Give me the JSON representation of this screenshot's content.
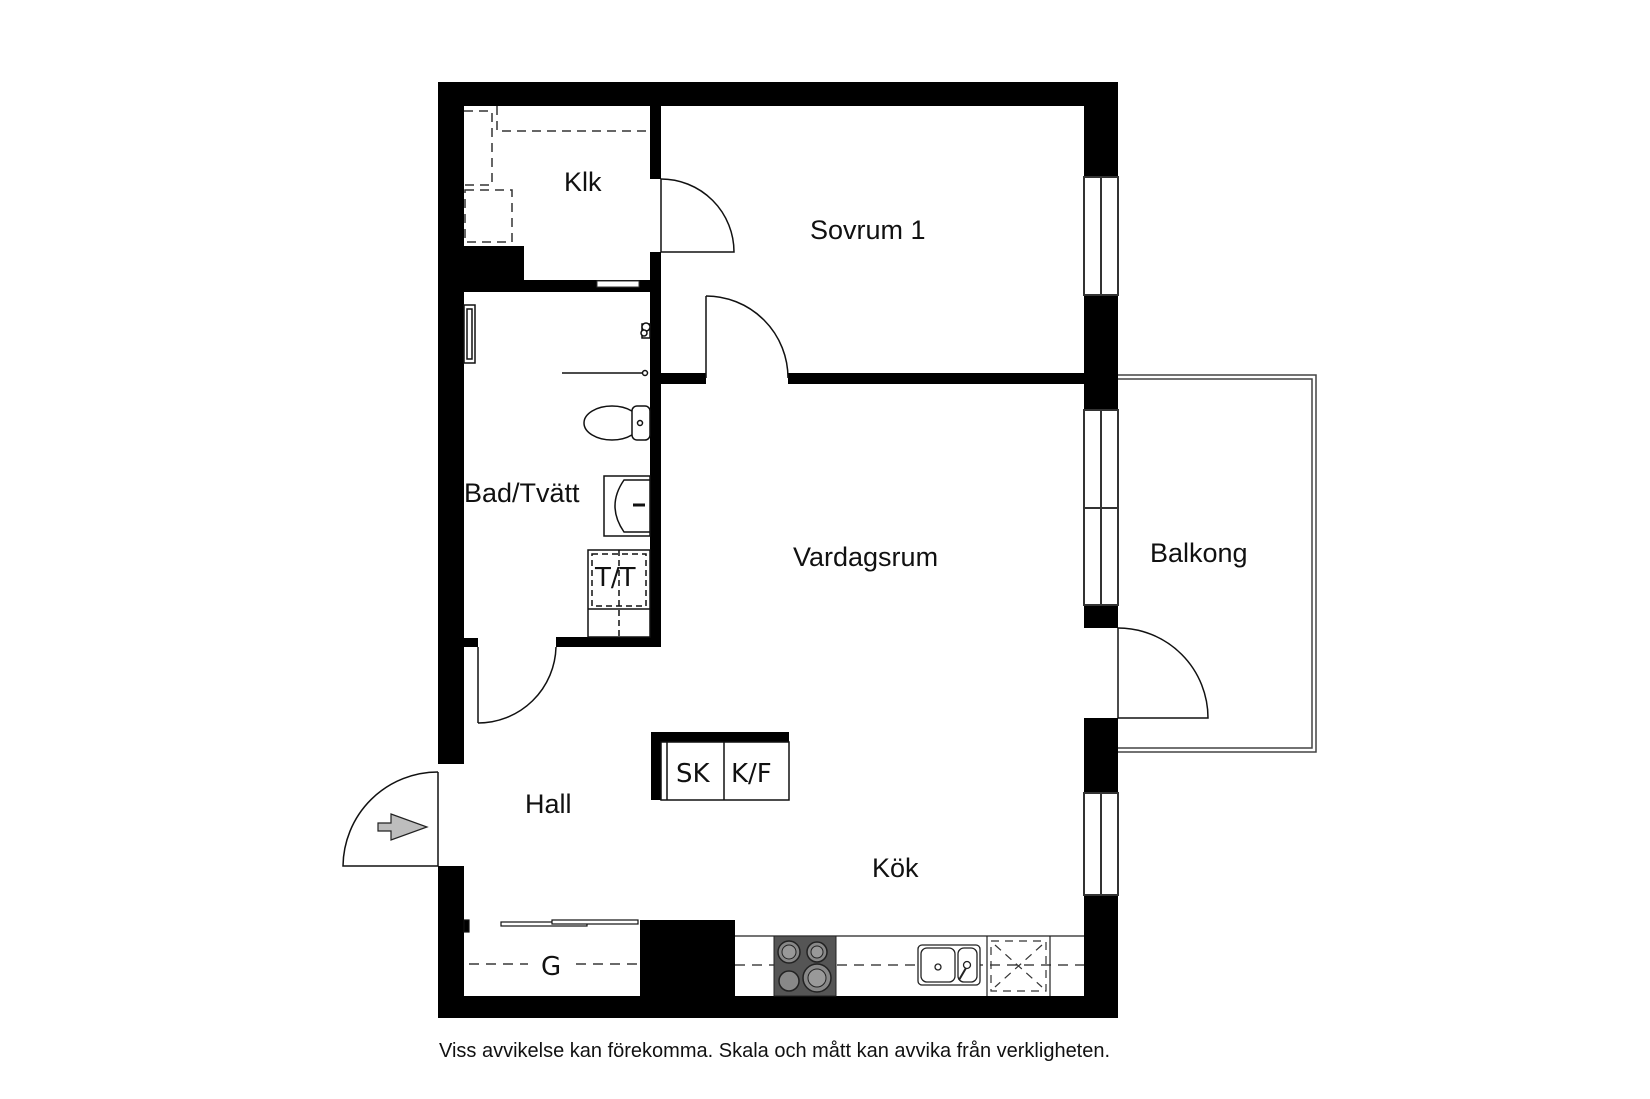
{
  "floorplan": {
    "rooms": {
      "klk": "Klk",
      "sovrum": "Sovrum 1",
      "bad": "Bad/Tvätt",
      "vardagsrum": "Vardagsrum",
      "balkong": "Balkong",
      "hall": "Hall",
      "kok": "Kök"
    },
    "fixtures": {
      "tumble_dryer": "T/T",
      "closet": "SK",
      "fridge_freezer": "K/F",
      "wardrobe": "G"
    },
    "icons": {
      "entrance": "entrance-arrow-icon",
      "stove": "stove-icon",
      "sink": "sink-icon",
      "toilet": "toilet-icon",
      "washbasin": "washbasin-icon"
    },
    "colors": {
      "wall": "#000000",
      "line": "#111111",
      "stove": "#555555",
      "arrow": "#bdbdbd",
      "background": "#ffffff"
    }
  },
  "footer": {
    "disclaimer": "Viss avvikelse kan förekomma. Skala och mått kan avvika från verkligheten."
  }
}
